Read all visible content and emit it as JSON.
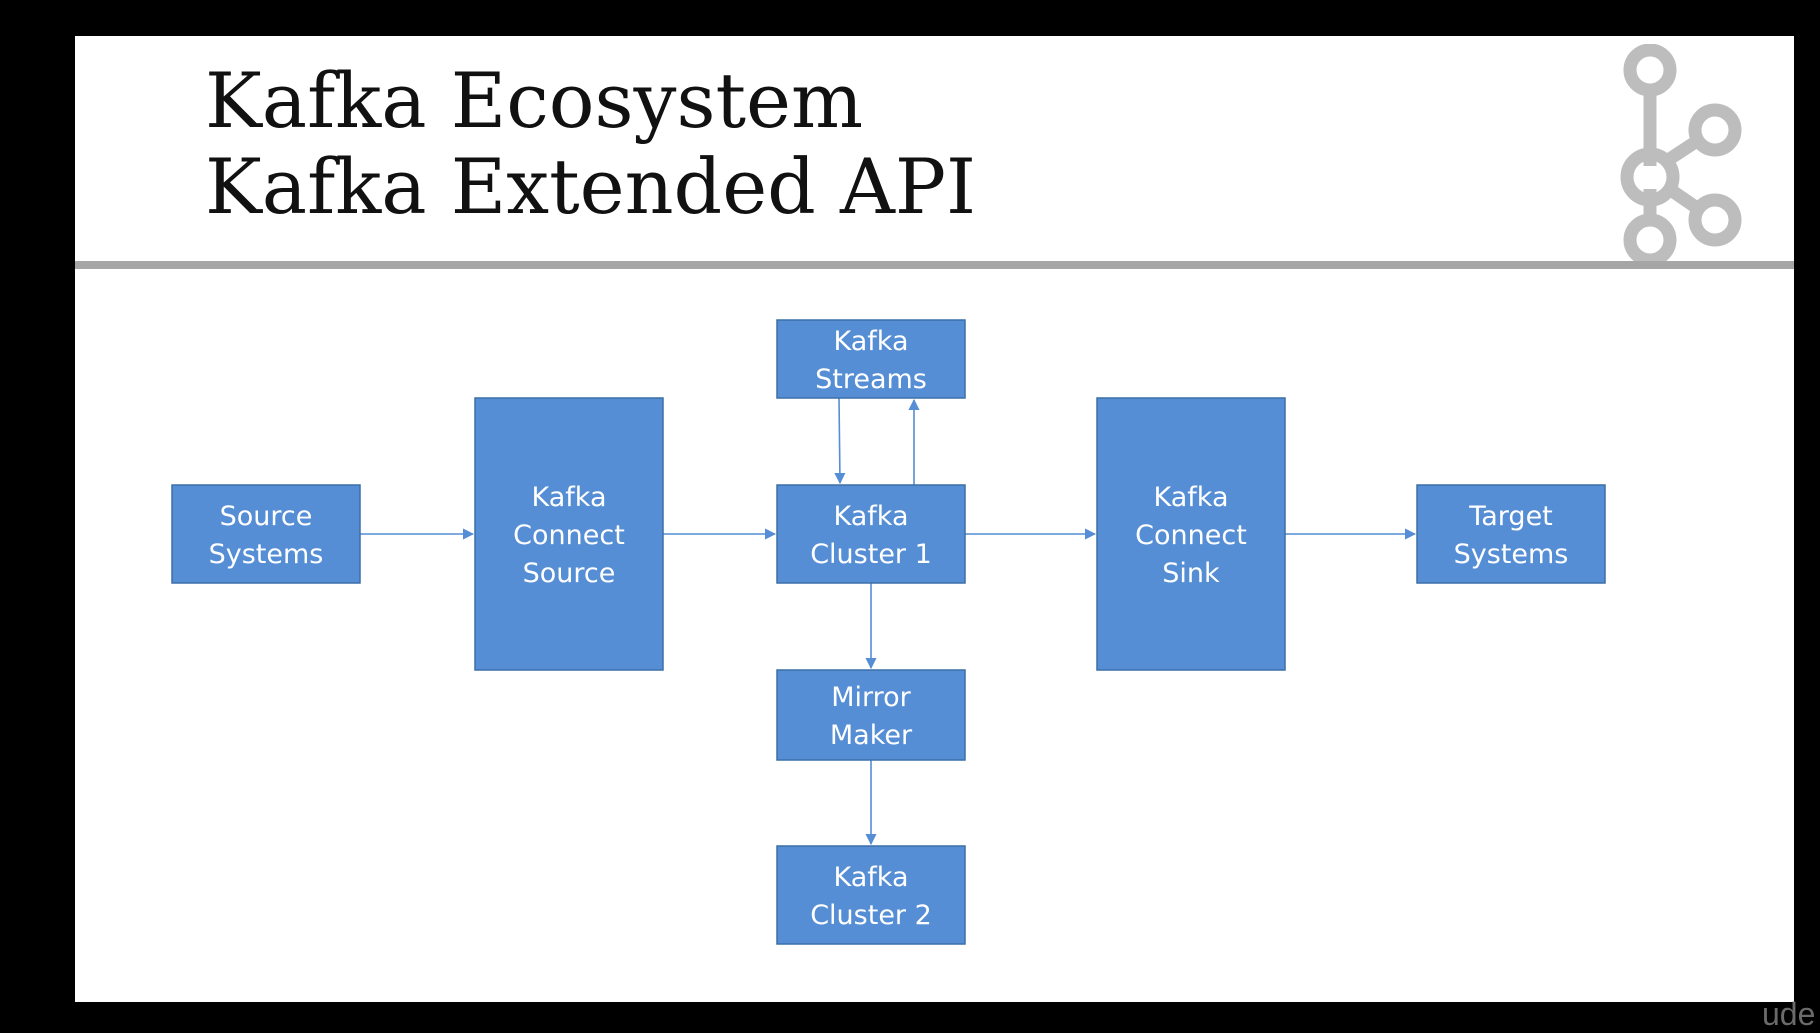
{
  "slide": {
    "title_line1": "Kafka Ecosystem",
    "title_line2": "Kafka Extended API",
    "logo_icon": "kafka-logo-icon",
    "rule_color": "#a6a6a6"
  },
  "diagram": {
    "box_fill": "#558ed5",
    "box_stroke": "#3c6fa8",
    "edge_color": "#558ed5",
    "nodes": [
      {
        "id": "source-systems",
        "lines": [
          "Source",
          "Systems"
        ]
      },
      {
        "id": "kafka-connect-source",
        "lines": [
          "Kafka",
          "Connect",
          "Source"
        ]
      },
      {
        "id": "kafka-streams",
        "lines": [
          "Kafka",
          "Streams"
        ]
      },
      {
        "id": "kafka-cluster-1",
        "lines": [
          "Kafka",
          "Cluster 1"
        ]
      },
      {
        "id": "mirror-maker",
        "lines": [
          "Mirror",
          "Maker"
        ]
      },
      {
        "id": "kafka-cluster-2",
        "lines": [
          "Kafka",
          "Cluster 2"
        ]
      },
      {
        "id": "kafka-connect-sink",
        "lines": [
          "Kafka",
          "Connect",
          "Sink"
        ]
      },
      {
        "id": "target-systems",
        "lines": [
          "Target",
          "Systems"
        ]
      }
    ],
    "edges": [
      {
        "from": "source-systems",
        "to": "kafka-connect-source"
      },
      {
        "from": "kafka-connect-source",
        "to": "kafka-cluster-1"
      },
      {
        "from": "kafka-streams",
        "to": "kafka-cluster-1"
      },
      {
        "from": "kafka-cluster-1",
        "to": "kafka-streams"
      },
      {
        "from": "kafka-cluster-1",
        "to": "kafka-connect-sink"
      },
      {
        "from": "kafka-connect-sink",
        "to": "target-systems"
      },
      {
        "from": "kafka-cluster-1",
        "to": "mirror-maker"
      },
      {
        "from": "mirror-maker",
        "to": "kafka-cluster-2"
      }
    ]
  },
  "watermark": "ude"
}
